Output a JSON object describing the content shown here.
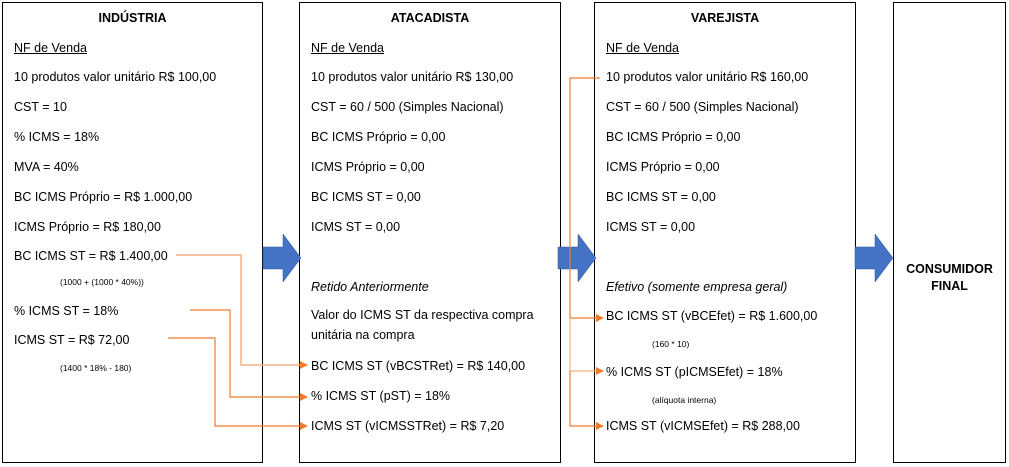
{
  "industria": {
    "title": "INDÚSTRIA",
    "subtitle": "NF de Venda",
    "lines": [
      "10 produtos valor unitário R$ 100,00",
      "CST = 10",
      "% ICMS = 18%",
      "MVA = 40%",
      "BC ICMS Próprio = R$ 1.000,00",
      "ICMS Próprio = R$ 180,00",
      "BC ICMS ST = R$ 1.400,00",
      "% ICMS ST = 18%",
      "ICMS ST = R$ 72,00"
    ],
    "notes": {
      "bc_st_formula": "(1000 + (1000 * 40%))",
      "icms_st_formula": "(1400 * 18% - 180)"
    }
  },
  "atacadista": {
    "title": "ATACADISTA",
    "subtitle": "NF de Venda",
    "lines": [
      "10 produtos valor unitário R$ 130,00",
      "CST = 60 / 500 (Simples Nacional)",
      "BC ICMS Próprio = 0,00",
      "ICMS Próprio = 0,00",
      "BC ICMS ST = 0,00",
      "ICMS ST = 0,00"
    ],
    "section_title": "Retido Anteriormente",
    "section_desc": "Valor do ICMS ST da respectiva compra unitária na compra",
    "retido": [
      "BC ICMS ST (vBCSTRet) = R$ 140,00",
      "% ICMS ST (pST) = 18%",
      "ICMS ST (vICMSSTRet) = R$ 7,20"
    ]
  },
  "varejista": {
    "title": "VAREJISTA",
    "subtitle": "NF de Venda",
    "lines": [
      "10 produtos valor unitário R$ 160,00",
      "CST = 60 / 500 (Simples Nacional)",
      "BC ICMS Próprio = 0,00",
      "ICMS Próprio = 0,00",
      "BC ICMS ST = 0,00",
      "ICMS ST = 0,00"
    ],
    "section_title": "Efetivo (somente empresa geral)",
    "efetivo": [
      "BC ICMS ST (vBCEfet) = R$ 1.600,00",
      "% ICMS ST (pICMSEfet) = 18%",
      "ICMS ST (vICMSEfet) = R$ 288,00"
    ],
    "notes": {
      "bc_formula": "(160 * 10)",
      "aliquota": "(alíquota interna)"
    }
  },
  "consumidor": {
    "title_line1": "CONSUMIDOR",
    "title_line2": "FINAL"
  },
  "colors": {
    "flow_arrow": "#4472C4",
    "connector": "#ED7D31",
    "connector_light": "#F4B183",
    "border": "#000000"
  }
}
